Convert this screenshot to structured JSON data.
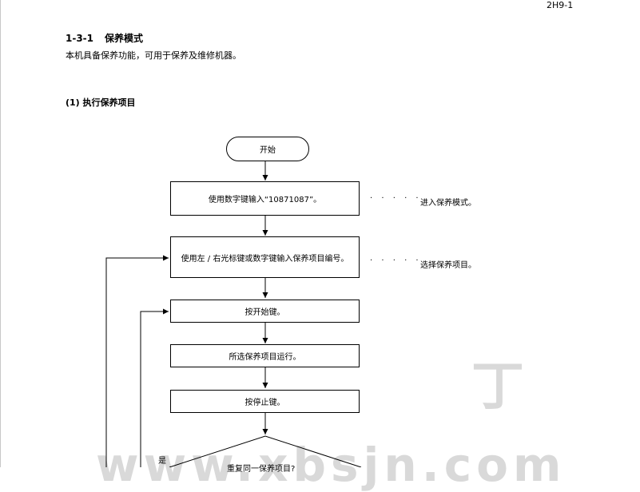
{
  "page_code": "2H9-1",
  "section": {
    "number": "1-3-1",
    "title": "保养模式"
  },
  "intro": "本机具备保养功能，可用于保养及维修机器。",
  "subsection": "(1) 执行保养项目",
  "flow": {
    "start": "开始",
    "step1": "使用数字键输入“10871087”。",
    "step2": "使用左 / 右光标键或数字键输入保养项目编号。",
    "step3": "按开始键。",
    "step4": "所选保养项目运行。",
    "step5": "按停止键。",
    "decision": "重复同一保养项目?",
    "yes_label": "是"
  },
  "notes": {
    "dots": "· · · · ·",
    "note1": "进入保养模式。",
    "note2": "选择保养项目。"
  },
  "watermark": {
    "glyph": "丁",
    "text": "www.xbsjn.com"
  }
}
